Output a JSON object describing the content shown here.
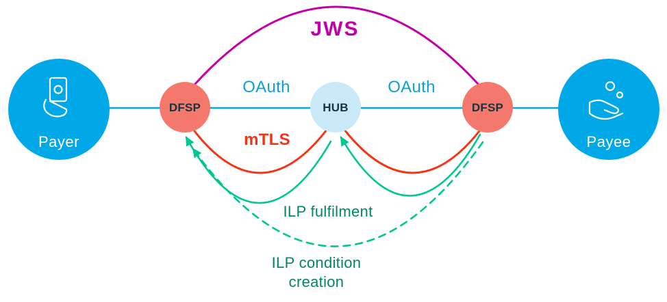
{
  "diagram": {
    "type": "security-interconnect-diagram",
    "nodes": {
      "payer": {
        "label": "Payer"
      },
      "dfsp_left": {
        "label": "DFSP"
      },
      "hub": {
        "label": "HUB"
      },
      "dfsp_right": {
        "label": "DFSP"
      },
      "payee": {
        "label": "Payee"
      }
    },
    "edges": {
      "jws": {
        "label": "JWS"
      },
      "oauth_left": {
        "label": "OAuth"
      },
      "oauth_right": {
        "label": "OAuth"
      },
      "mtls": {
        "label": "mTLS"
      },
      "ilp_fulfilment": {
        "label": "ILP fulfilment"
      },
      "ilp_condition_creation": {
        "label_line1": "ILP condition",
        "label_line2": "creation"
      }
    },
    "icons": {
      "payer": "money-in-hand-icon",
      "payee": "receive-coins-icon"
    },
    "colors": {
      "node_blue": "#00A8E8",
      "hub_fill": "#C9E9F8",
      "dfsp_salmon": "#F4786B",
      "line_blue": "#00A8E8",
      "oauth_blue": "#0D9FDB",
      "jws_magenta": "#C300A8",
      "mtls_red": "#F83213",
      "ilp_green": "#00C692",
      "ilp_text_green": "#048567",
      "node_text_dark": "#17333E",
      "icon_white": "#FFFFFF"
    }
  }
}
